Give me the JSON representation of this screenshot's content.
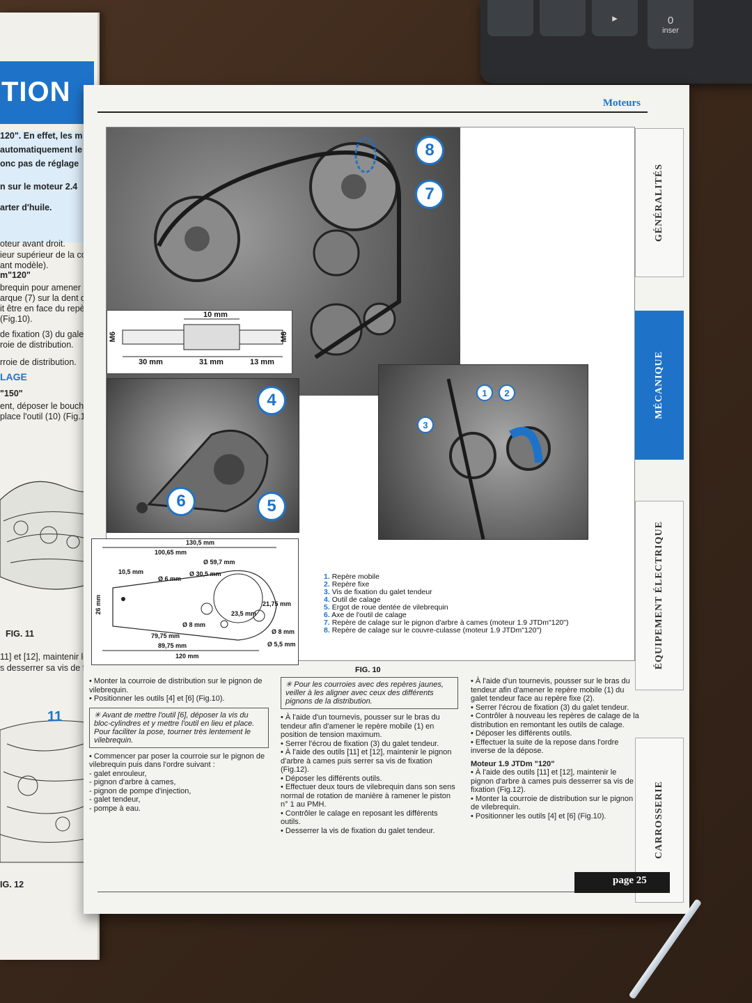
{
  "keyboard": {
    "keys": [
      {
        "label": "",
        "sub": ""
      },
      {
        "label": "",
        "sub": ""
      },
      {
        "label": "▸",
        "sub": ""
      },
      {
        "label": "0",
        "sub": "inser"
      }
    ]
  },
  "left_page": {
    "title": "TION",
    "lines": [
      {
        "text": "120\". En effet, les m",
        "style": "b"
      },
      {
        "text": "automatiquement le",
        "style": "b"
      },
      {
        "text": "onc pas de réglage",
        "style": "b"
      },
      {
        "text": "n sur le moteur 2.4",
        "style": "b"
      },
      {
        "text": "arter d'huile.",
        "style": "b"
      },
      {
        "text": "oteur avant droit.",
        "style": ""
      },
      {
        "text": "ieur supérieur de la cou",
        "style": ""
      },
      {
        "text": "ant modèle).",
        "style": ""
      },
      {
        "text": "m\"120\"",
        "style": "b"
      },
      {
        "text": "brequin pour amener le",
        "style": ""
      },
      {
        "text": "arque (7) sur la dent du",
        "style": ""
      },
      {
        "text": "it être en face du repère",
        "style": ""
      },
      {
        "text": "(Fig.10).",
        "style": ""
      },
      {
        "text": "de fixation (3) du galet",
        "style": ""
      },
      {
        "text": "roie de distribution.",
        "style": ""
      },
      {
        "text": "rroie de distribution.",
        "style": ""
      },
      {
        "text": "LAGE",
        "style": "blue"
      },
      {
        "text": "\"150\"",
        "style": "b"
      },
      {
        "text": "ent, déposer le bouchon",
        "style": ""
      },
      {
        "text": "place l'outil (10) (Fig.11).",
        "style": ""
      },
      {
        "text": "FIG. 11",
        "style": "b"
      },
      {
        "text": "11] et [12], maintenir le p",
        "style": ""
      },
      {
        "text": "s desserrer sa vis de f",
        "style": ""
      },
      {
        "text": "IG. 12",
        "style": "b"
      }
    ],
    "fig_callout": "11"
  },
  "header": {
    "section": "Moteurs"
  },
  "tabs": [
    {
      "label": "GÉNÉRALITÉS",
      "active": false
    },
    {
      "label": "MÉCANIQUE",
      "active": true
    },
    {
      "label": "ÉQUIPEMENT ÉLECTRIQUE",
      "active": false
    },
    {
      "label": "CARROSSERIE",
      "active": false
    }
  ],
  "figure": {
    "label": "FIG. 10",
    "callouts": [
      "8",
      "7",
      "4",
      "6",
      "5",
      "1",
      "2",
      "3"
    ],
    "dims_top": [
      "10 mm",
      "M6",
      "M6",
      "30 mm",
      "31 mm",
      "13 mm"
    ],
    "dims_bottom": [
      "130,5 mm",
      "100,65 mm",
      "Ø 59,7 mm",
      "10,5 mm",
      "Ø 6 mm",
      "Ø 30,5 mm",
      "26 mm",
      "21,75 mm",
      "23,5 mm",
      "Ø 8 mm",
      "Ø 8 mm",
      "79,75 mm",
      "89,75 mm",
      "Ø 5,5 mm",
      "120 mm"
    ],
    "legend": [
      {
        "n": "1.",
        "t": "Repère mobile"
      },
      {
        "n": "2.",
        "t": "Repère fixe"
      },
      {
        "n": "3.",
        "t": "Vis de fixation du galet tendeur"
      },
      {
        "n": "4.",
        "t": "Outil de calage"
      },
      {
        "n": "5.",
        "t": "Ergot de roue dentée de vilebrequin"
      },
      {
        "n": "6.",
        "t": "Axe de l'outil de calage"
      },
      {
        "n": "7.",
        "t": "Repère de calage sur le pignon d'arbre à cames (moteur 1.9 JTDm\"120\")"
      },
      {
        "n": "8.",
        "t": "Repère de calage sur le couvre-culasse (moteur 1.9 JTDm\"120\")"
      }
    ]
  },
  "text": {
    "col1": {
      "p1": "• Monter la courroie de distribution sur le pignon de vilebrequin.",
      "p2": "• Positionner les outils [4] et [6] (Fig.10).",
      "note": "Avant de mettre l'outil [6], déposer la vis du bloc-cylindres et y mettre l'outil en lieu et place. Pour faciliter la pose, tourner très lentement le vilebrequin.",
      "p3": "• Commencer par poser la courroie sur le pignon de vilebrequin puis dans l'ordre suivant :",
      "items": [
        "- galet enrouleur,",
        "- pignon d'arbre à cames,",
        "- pignon de pompe d'injection,",
        "- galet tendeur,",
        "- pompe à eau."
      ]
    },
    "col2": {
      "note": "Pour les courroies avec des repères jaunes, veiller à les aligner avec ceux des différents pignons de la distribution.",
      "items": [
        "• À l'aide d'un tournevis, pousser sur le bras du tendeur afin d'amener le repère mobile (1) en position de tension maximum.",
        "• Serrer l'écrou de fixation (3) du galet tendeur.",
        "• À l'aide des outils [11] et [12], maintenir le pignon d'arbre à cames puis serrer sa vis de fixation (Fig.12).",
        "• Déposer les différents outils.",
        "• Effectuer deux tours de vilebrequin dans son sens normal de rotation de manière à ramener le piston n° 1 au PMH.",
        "• Contrôler le calage en reposant les différents outils.",
        "• Desserrer la vis de fixation du galet tendeur."
      ]
    },
    "col3": {
      "items": [
        "• À l'aide d'un tournevis, pousser sur le bras du tendeur afin d'amener le repère mobile (1) du galet tendeur face au repère fixe (2).",
        "• Serrer l'écrou de fixation (3) du galet tendeur.",
        "• Contrôler à nouveau les repères de calage de la distribution en remontant les outils de calage.",
        "• Déposer les différents outils.",
        "• Effectuer la suite de la repose dans l'ordre inverse de la dépose."
      ],
      "subtitle": "Moteur 1.9 JTDm \"120\"",
      "items2": [
        "• À l'aide des outils [11] et [12], maintenir le pignon d'arbre à cames puis desserrer sa vis de fixation (Fig.12).",
        "• Monter la courroie de distribution sur le pignon de vilebrequin.",
        "• Positionner les outils [4] et [6] (Fig.10)."
      ]
    }
  },
  "footer": {
    "page": "page 25"
  }
}
